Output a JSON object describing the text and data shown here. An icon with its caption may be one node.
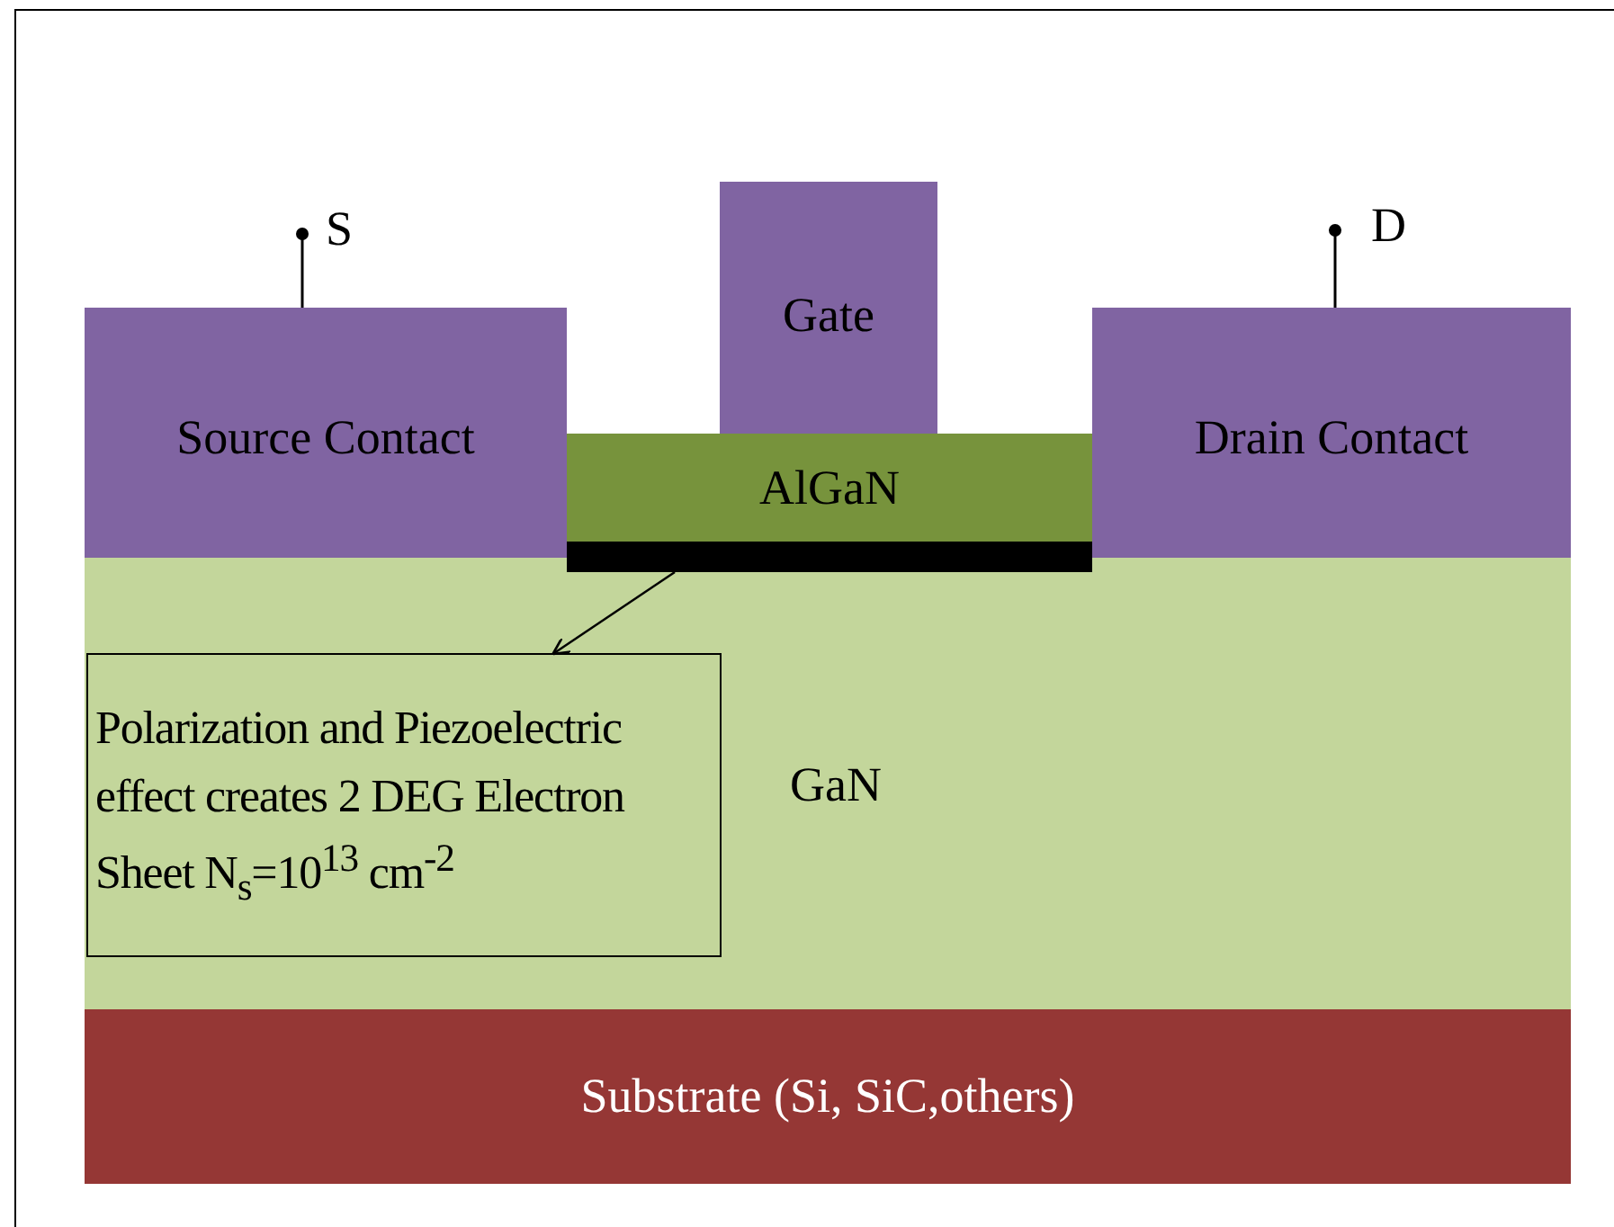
{
  "diagram": {
    "nodes": [
      {
        "text": [
          "Gate"
        ]
      },
      {
        "text": [
          "Source Contact"
        ]
      },
      {
        "text": [
          "AlGaN"
        ]
      },
      {
        "text": [
          "Drain Contact"
        ]
      },
      {
        "text": [],
        "shape": "bar"
      },
      {
        "text": [
          "GaN"
        ]
      },
      {
        "text": [
          "Polarization and Piezoelectric effect creates 2 DEG Electron Sheet N$_{s}$=10$^{13}$ cm$^{-2}$"
        ],
        "in": 5
      },
      {
        "text": [
          "Substrate (Si, SiC,others)"
        ]
      }
    ],
    "edges": [
      {
        "from": 4,
        "to": 6,
        "arrow": "to"
      }
    ],
    "labels": [
      "S",
      "D"
    ]
  }
}
